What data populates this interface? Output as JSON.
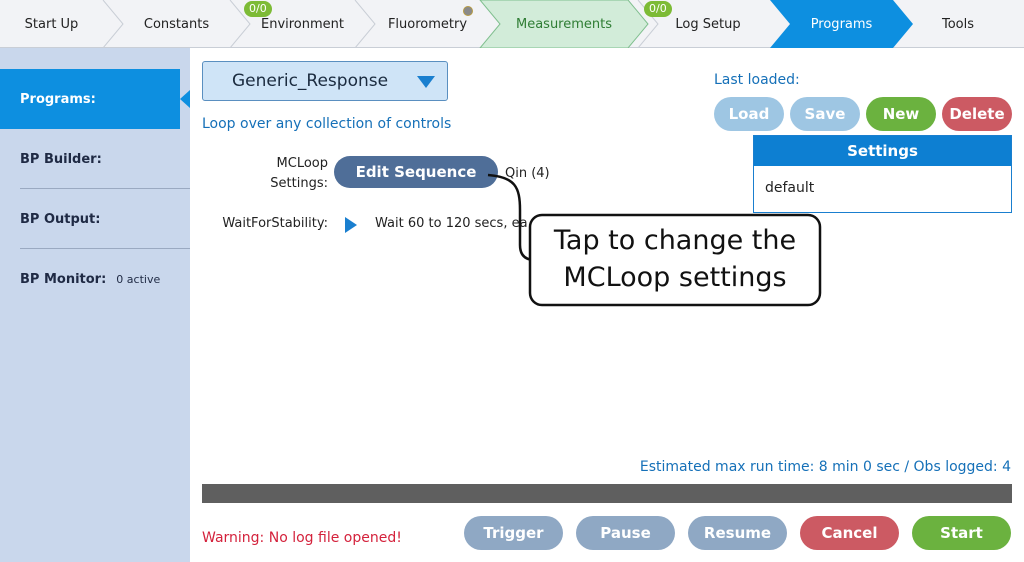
{
  "tabs": [
    {
      "label": "Start Up"
    },
    {
      "label": "Constants"
    },
    {
      "label": "Environment",
      "badge": "0/0"
    },
    {
      "label": "Fluorometry"
    },
    {
      "label": "Measurements"
    },
    {
      "label": "Log Setup",
      "badge": "0/0"
    },
    {
      "label": "Programs"
    },
    {
      "label": "Tools"
    }
  ],
  "active_tab": "Programs",
  "sidebar": {
    "items": [
      {
        "label": "Programs:"
      },
      {
        "label": "BP Builder:"
      },
      {
        "label": "BP Output:"
      },
      {
        "label": "BP Monitor:",
        "sub": "0 active"
      }
    ]
  },
  "program": {
    "selected": "Generic_Response",
    "description": "Loop over any collection of controls"
  },
  "params": {
    "mcloop_label": "MCLoop\nSettings:",
    "edit_button": "Edit Sequence",
    "qin": "Qin (4)",
    "wait_label": "WaitForStability:",
    "wait_text": "Wait 60 to 120 secs, ea"
  },
  "callout": {
    "text": "Tap to change the MCLoop settings"
  },
  "loaded": {
    "label": "Last loaded:",
    "load": "Load",
    "save": "Save",
    "new": "New",
    "delete": "Delete"
  },
  "settings": {
    "header": "Settings",
    "value": "default"
  },
  "status": {
    "estimated": "Estimated max run time: 8 min 0 sec / Obs logged: 4",
    "warning": "Warning: No log file opened!"
  },
  "controls": {
    "trigger": "Trigger",
    "pause": "Pause",
    "resume": "Resume",
    "cancel": "Cancel",
    "start": "Start"
  },
  "colors": {
    "accent": "#0d8fe0",
    "measurements_bg": "#d2ecd9",
    "new_green": "#6bb23f",
    "delete_red": "#cc5a63"
  }
}
